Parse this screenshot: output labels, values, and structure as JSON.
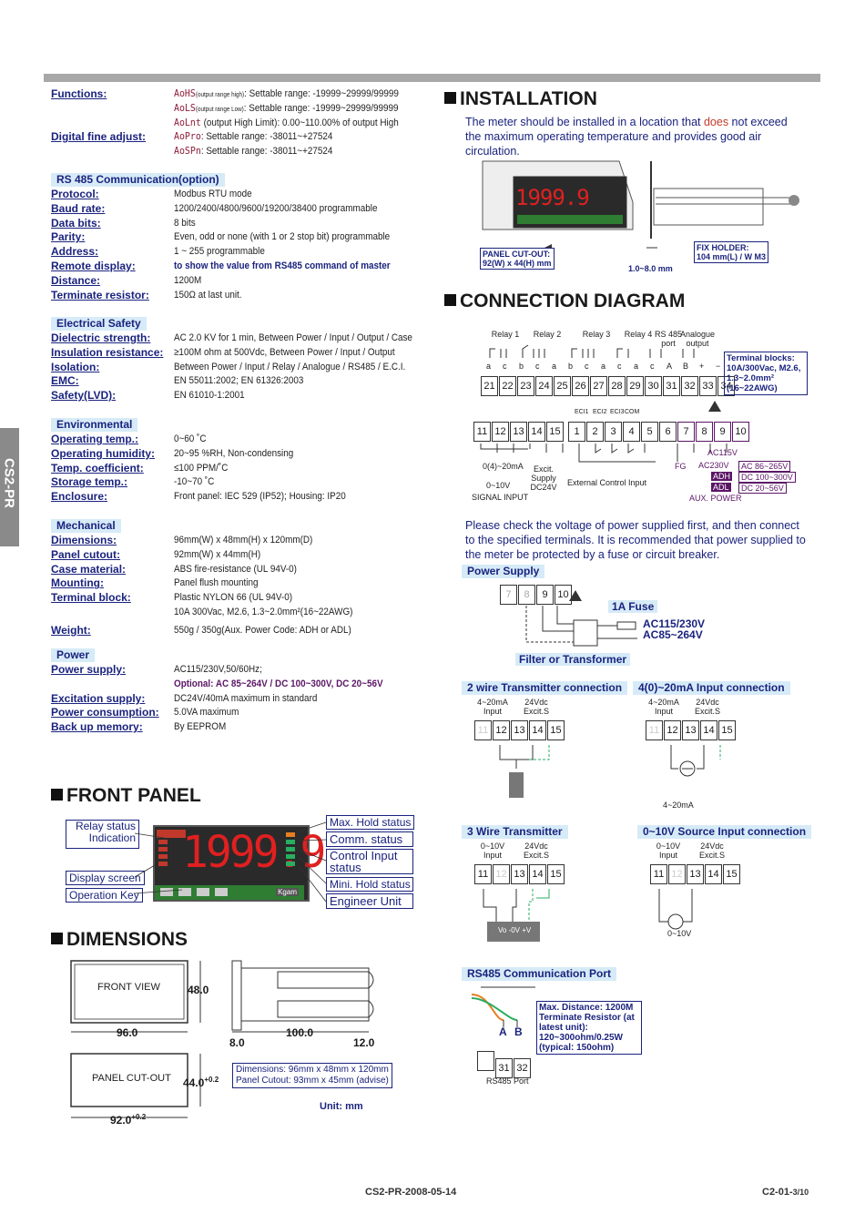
{
  "side_tab": "CS2-PR",
  "functions": {
    "label": "Functions:",
    "lines": [
      {
        "code": "AoHS",
        "sub": "(output range high)",
        "text": ": Settable range: -19999~29999/99999"
      },
      {
        "code": "AoLS",
        "sub": "(output range Low)",
        "text": ": Settable range: -19999~29999/99999"
      },
      {
        "code": "AoLnt",
        "sub": "",
        "text": " (output High Limit): 0.00~110.00% of output High"
      }
    ]
  },
  "fine_adjust": {
    "label": "Digital fine adjust:",
    "lines": [
      {
        "code": "AoPro",
        "text": ": Settable range: -38011~+27524"
      },
      {
        "code": "AoSPn",
        "text": ": Settable range: -38011~+27524"
      }
    ]
  },
  "sections": [
    {
      "title": "RS 485 Communication(option)",
      "rows": [
        {
          "label": "Protocol:",
          "value": "Modbus RTU mode"
        },
        {
          "label": "Baud rate:",
          "value": "1200/2400/4800/9600/19200/38400 programmable"
        },
        {
          "label": "Data bits:",
          "value": "8 bits"
        },
        {
          "label": "Parity:",
          "value": "Even, odd or none (with 1 or 2 stop bit) programmable"
        },
        {
          "label": "Address:",
          "value": "1 ~ 255 programmable"
        },
        {
          "label": "Remote display:",
          "value": "to show the value from RS485 command of master"
        },
        {
          "label": "Distance:",
          "value": "1200M"
        },
        {
          "label": "Terminate resistor:",
          "value": "150Ω at last unit."
        }
      ]
    },
    {
      "title": "Electrical Safety",
      "rows": [
        {
          "label": "Dielectric strength:",
          "value": "AC 2.0 KV for 1 min, Between Power / Input / Output / Case"
        },
        {
          "label": "Insulation resistance:",
          "value": "≥100M ohm at 500Vdc, Between Power / Input / Output"
        },
        {
          "label": "Isolation:",
          "value": "Between Power / Input / Relay / Analogue / RS485 / E.C.I."
        },
        {
          "label": "EMC:",
          "value": "EN 55011:2002; EN 61326:2003"
        },
        {
          "label": "Safety(LVD):",
          "value": "EN 61010-1:2001"
        }
      ]
    },
    {
      "title": "Environmental",
      "rows": [
        {
          "label": "Operating temp.:",
          "value": "0~60 ˚C"
        },
        {
          "label": "Operating humidity:",
          "value": "20~95 %RH, Non-condensing"
        },
        {
          "label": "Temp. coefficient:",
          "value": "≤100 PPM/˚C"
        },
        {
          "label": "Storage temp.:",
          "value": "-10~70 ˚C"
        },
        {
          "label": "Enclosure:",
          "value": "Front panel: IEC 529 (IP52); Housing: IP20"
        }
      ]
    },
    {
      "title": "Mechanical",
      "rows": [
        {
          "label": "Dimensions:",
          "value": "96mm(W) x 48mm(H) x 120mm(D)"
        },
        {
          "label": "Panel cutout:",
          "value": "92mm(W) x 44mm(H)"
        },
        {
          "label": "Case material:",
          "value": "ABS fire-resistance (UL 94V-0)"
        },
        {
          "label": "Mounting:",
          "value": "Panel flush mounting"
        },
        {
          "label": "Terminal block:",
          "value": "Plastic NYLON 66 (UL 94V-0)"
        },
        {
          "label": "",
          "value": "10A 300Vac, M2.6, 1.3~2.0mm²(16~22AWG)"
        },
        {
          "label": "Weight:",
          "value": "550g / 350g(Aux. Power Code: ADH or ADL)"
        }
      ]
    },
    {
      "title": "Power",
      "rows": [
        {
          "label": "Power supply:",
          "value": "AC115/230V,50/60Hz;"
        },
        {
          "label": "",
          "value": "Optional: AC 85~264V / DC 100~300V, DC 20~56V"
        },
        {
          "label": "Excitation supply:",
          "value": "DC24V/40mA maximum in standard"
        },
        {
          "label": "Power consumption:",
          "value": "5.0VA maximum"
        },
        {
          "label": "Back up memory:",
          "value": "By EEPROM"
        }
      ]
    }
  ],
  "front_panel": {
    "title": "FRONT PANEL",
    "display": "1999.9",
    "brand": "Kgam",
    "left_labels": [
      "Relay status Indication",
      "Display screen",
      "Operation Key"
    ],
    "right_labels": [
      "Max. Hold status",
      "Comm. status",
      "Control Input status",
      "Mini. Hold status",
      "Engineer Unit"
    ]
  },
  "dimensions": {
    "title": "DIMENSIONS",
    "front_view": "FRONT VIEW",
    "h48": "48.0",
    "w96": "96.0",
    "d8": "8.0",
    "d100": "100.0",
    "d12": "12.0",
    "cutout": "PANEL CUT-OUT",
    "h44": "44.0",
    "h44_sup": "+0.2",
    "w92": "92.0",
    "w92_sup": "+0.2",
    "note1": "Dimensions: 96mm x 48mm x 120mm",
    "note2": "Panel Cutout: 93mm x 45mm (advise)",
    "unit": "Unit: mm"
  },
  "installation": {
    "title": "INSTALLATION",
    "text_before": "The meter should be installed in a location that ",
    "text_red": "does",
    "text_after": " not exceed the maximum operating temperature and provides good air circulation.",
    "display": "1999.9",
    "cutout_label": "PANEL CUT-OUT:",
    "cutout_value": "92(W) x 44(H) mm",
    "thickness": "1.0~8.0 mm",
    "holder_label": "FIX HOLDER:",
    "holder_value": "104 mm(L) / W M3"
  },
  "connection": {
    "title": "CONNECTION DIAGRAM",
    "relay_labels": [
      "Relay 1",
      "Relay 2",
      "Relay 3",
      "Relay 4",
      "RS 485 port",
      "Analogue output"
    ],
    "contact_letters": [
      "a",
      "c",
      "b",
      "c",
      "a",
      "b",
      "c",
      "a",
      "c",
      "a",
      "c",
      "A",
      "B",
      "+",
      "−"
    ],
    "upper_terminals": [
      "21",
      "22",
      "23",
      "24",
      "25",
      "26",
      "27",
      "28",
      "29",
      "30",
      "31",
      "32",
      "33",
      "34"
    ],
    "terminal_note": "Terminal blocks: 10A/300Vac, M2.6, 1.3~2.0mm² (16~22AWG)",
    "eci_labels": [
      "ECI1",
      "ECI2",
      "ECI3",
      "COM"
    ],
    "lower_terminals": [
      "11",
      "12",
      "13",
      "14",
      "15",
      "1",
      "2",
      "3",
      "4",
      "5",
      "6",
      "7",
      "8",
      "9",
      "10"
    ],
    "signal_labels": [
      "0(4)~20mA",
      "0~10V",
      "SIGNAL INPUT",
      "Excit. Supply DC24V",
      "External Control Input",
      "FG",
      "AC115V",
      "AC230V",
      "ADH",
      "ADL",
      "AUX. POWER"
    ],
    "power_options": [
      "AC 86~265V",
      "DC 100~300V",
      "DC 20~56V"
    ]
  },
  "power_note": "Please check the voltage of power supplied first, and then connect to the specified terminals. It is recommended that power supplied to the meter be protected by a fuse or circuit breaker.",
  "power_supply": {
    "title": "Power Supply",
    "terminals": [
      "7",
      "8",
      "9",
      "10"
    ],
    "fuse": "1A Fuse",
    "ac1": "AC115/230V",
    "ac2": "AC85~264V",
    "filter": "Filter or Transformer"
  },
  "wiring": [
    {
      "title": "2 wire Transmitter connection",
      "terms": [
        "11",
        "12",
        "13",
        "14",
        "15"
      ],
      "l1": "4~20mA Input",
      "l2": "24Vdc Excit.S"
    },
    {
      "title": "4(0)~20mA Input connection",
      "terms": [
        "11",
        "12",
        "13",
        "14",
        "15"
      ],
      "l1": "4~20mA Input",
      "l2": "24Vdc Excit.S",
      "bottom": "4~20mA"
    },
    {
      "title": "3 Wire Transmitter",
      "terms": [
        "11",
        "12",
        "13",
        "14",
        "15"
      ],
      "l1": "0~10V Input",
      "l2": "24Vdc Excit.S",
      "bottom": "Vo -0V +V"
    },
    {
      "title": "0~10V Source Input connection",
      "terms": [
        "11",
        "12",
        "13",
        "14",
        "15"
      ],
      "l1": "0~10V Input",
      "l2": "24Vdc Excit.S",
      "bottom": "0~10V"
    }
  ],
  "rs485": {
    "title": "RS485 Communication Port",
    "a": "A",
    "b": "B",
    "note": "Max. Distance: 1200M Terminate Resistor (at latest unit): 120~300ohm/0.25W (typical: 150ohm)",
    "terms": [
      "31",
      "32"
    ],
    "port": "RS485 Port"
  },
  "footer": {
    "center": "CS2-PR-2008-05-14",
    "right": "C2-01-",
    "page": "3/10"
  }
}
